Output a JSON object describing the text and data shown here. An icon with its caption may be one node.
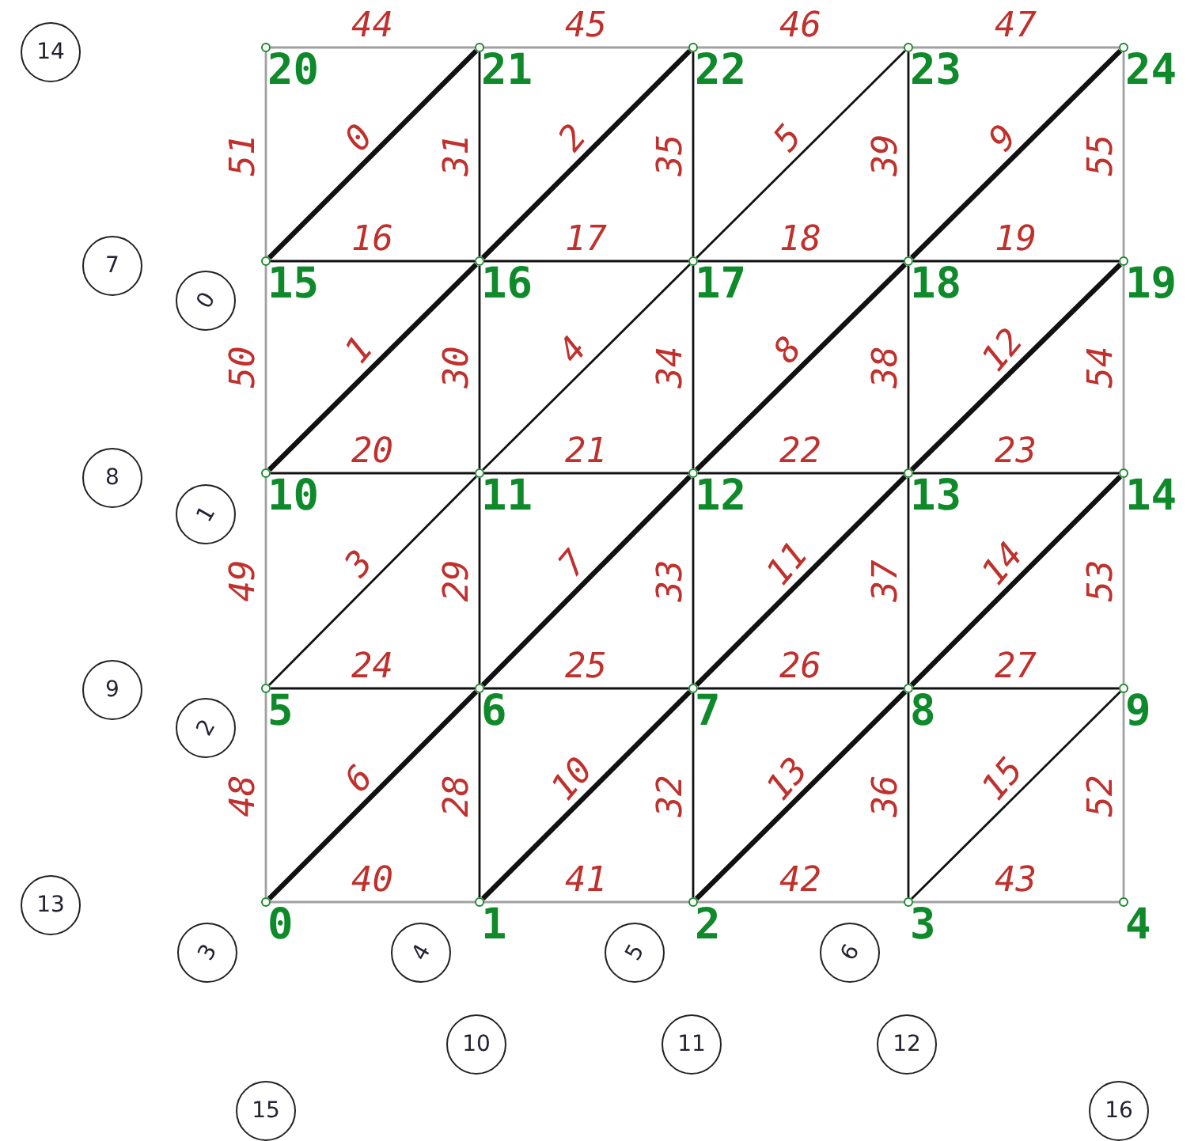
{
  "diagram": {
    "nodes": [
      {
        "text": [
          "0"
        ]
      },
      {
        "text": [
          "1"
        ]
      },
      {
        "text": [
          "2"
        ]
      },
      {
        "text": [
          "3"
        ]
      },
      {
        "text": [
          "4"
        ]
      },
      {
        "text": [
          "5"
        ]
      },
      {
        "text": [
          "6"
        ]
      },
      {
        "text": [
          "7"
        ]
      },
      {
        "text": [
          "8"
        ]
      },
      {
        "text": [
          "9"
        ]
      },
      {
        "text": [
          "10"
        ]
      },
      {
        "text": [
          "11"
        ]
      },
      {
        "text": [
          "12"
        ]
      },
      {
        "text": [
          "13"
        ]
      },
      {
        "text": [
          "14"
        ]
      },
      {
        "text": [
          "15"
        ]
      },
      {
        "text": [
          "16"
        ]
      },
      {
        "text": [
          "17"
        ]
      },
      {
        "text": [
          "18"
        ]
      },
      {
        "text": [
          "19"
        ]
      },
      {
        "text": [
          "20"
        ]
      },
      {
        "text": [
          "21"
        ]
      },
      {
        "text": [
          "22"
        ]
      },
      {
        "text": [
          "23"
        ]
      },
      {
        "text": [
          "24"
        ]
      },
      {
        "text": [
          "0"
        ]
      },
      {
        "text": [
          "1"
        ]
      },
      {
        "text": [
          "2"
        ]
      },
      {
        "text": [
          "3"
        ]
      },
      {
        "text": [
          "4"
        ]
      },
      {
        "text": [
          "5"
        ]
      },
      {
        "text": [
          "6"
        ]
      },
      {
        "text": [
          "7"
        ]
      },
      {
        "text": [
          "8"
        ]
      },
      {
        "text": [
          "9"
        ]
      },
      {
        "text": [
          "10"
        ]
      },
      {
        "text": [
          "11"
        ]
      },
      {
        "text": [
          "12"
        ]
      },
      {
        "text": [
          "13"
        ]
      },
      {
        "text": [
          "14"
        ]
      },
      {
        "text": [
          "15"
        ]
      },
      {
        "text": [
          "16"
        ]
      }
    ],
    "edges": [
      {
        "from": 15,
        "to": 21,
        "arrow": "none",
        "label": "0",
        "style": "thick"
      },
      {
        "from": 10,
        "to": 16,
        "arrow": "none",
        "label": "1",
        "style": "thick"
      },
      {
        "from": 16,
        "to": 22,
        "arrow": "none",
        "label": "2",
        "style": "thick"
      },
      {
        "from": 5,
        "to": 11,
        "arrow": "none",
        "label": "3"
      },
      {
        "from": 11,
        "to": 17,
        "arrow": "none",
        "label": "4"
      },
      {
        "from": 17,
        "to": 23,
        "arrow": "none",
        "label": "5"
      },
      {
        "from": 0,
        "to": 6,
        "arrow": "none",
        "label": "6",
        "style": "thick"
      },
      {
        "from": 6,
        "to": 12,
        "arrow": "none",
        "label": "7",
        "style": "thick"
      },
      {
        "from": 12,
        "to": 18,
        "arrow": "none",
        "label": "8",
        "style": "thick"
      },
      {
        "from": 18,
        "to": 24,
        "arrow": "none",
        "label": "9",
        "style": "thick"
      },
      {
        "from": 1,
        "to": 7,
        "arrow": "none",
        "label": "10",
        "style": "thick"
      },
      {
        "from": 7,
        "to": 13,
        "arrow": "none",
        "label": "11",
        "style": "thick"
      },
      {
        "from": 13,
        "to": 19,
        "arrow": "none",
        "label": "12",
        "style": "thick"
      },
      {
        "from": 2,
        "to": 8,
        "arrow": "none",
        "label": "13",
        "style": "thick"
      },
      {
        "from": 8,
        "to": 14,
        "arrow": "none",
        "label": "14",
        "style": "thick"
      },
      {
        "from": 3,
        "to": 9,
        "arrow": "none",
        "label": "15"
      },
      {
        "from": 15,
        "to": 16,
        "arrow": "none",
        "label": "16"
      },
      {
        "from": 16,
        "to": 17,
        "arrow": "none",
        "label": "17"
      },
      {
        "from": 17,
        "to": 18,
        "arrow": "none",
        "label": "18"
      },
      {
        "from": 18,
        "to": 19,
        "arrow": "none",
        "label": "19"
      },
      {
        "from": 10,
        "to": 11,
        "arrow": "none",
        "label": "20"
      },
      {
        "from": 11,
        "to": 12,
        "arrow": "none",
        "label": "21"
      },
      {
        "from": 12,
        "to": 13,
        "arrow": "none",
        "label": "22"
      },
      {
        "from": 13,
        "to": 14,
        "arrow": "none",
        "label": "23"
      },
      {
        "from": 5,
        "to": 6,
        "arrow": "none",
        "label": "24"
      },
      {
        "from": 6,
        "to": 7,
        "arrow": "none",
        "label": "25"
      },
      {
        "from": 7,
        "to": 8,
        "arrow": "none",
        "label": "26"
      },
      {
        "from": 8,
        "to": 9,
        "arrow": "none",
        "label": "27"
      },
      {
        "from": 1,
        "to": 6,
        "arrow": "none",
        "label": "28"
      },
      {
        "from": 6,
        "to": 11,
        "arrow": "none",
        "label": "29"
      },
      {
        "from": 11,
        "to": 16,
        "arrow": "none",
        "label": "30"
      },
      {
        "from": 16,
        "to": 21,
        "arrow": "none",
        "label": "31"
      },
      {
        "from": 2,
        "to": 7,
        "arrow": "none",
        "label": "32"
      },
      {
        "from": 7,
        "to": 12,
        "arrow": "none",
        "label": "33"
      },
      {
        "from": 12,
        "to": 17,
        "arrow": "none",
        "label": "34"
      },
      {
        "from": 17,
        "to": 22,
        "arrow": "none",
        "label": "35"
      },
      {
        "from": 3,
        "to": 8,
        "arrow": "none",
        "label": "36"
      },
      {
        "from": 8,
        "to": 13,
        "arrow": "none",
        "label": "37"
      },
      {
        "from": 13,
        "to": 18,
        "arrow": "none",
        "label": "38"
      },
      {
        "from": 18,
        "to": 23,
        "arrow": "none",
        "label": "39"
      },
      {
        "from": 0,
        "to": 1,
        "arrow": "none",
        "label": "40",
        "color": "#a0a0a0"
      },
      {
        "from": 1,
        "to": 2,
        "arrow": "none",
        "label": "41",
        "color": "#a0a0a0"
      },
      {
        "from": 2,
        "to": 3,
        "arrow": "none",
        "label": "42",
        "color": "#a0a0a0"
      },
      {
        "from": 3,
        "to": 4,
        "arrow": "none",
        "label": "43",
        "color": "#a0a0a0"
      },
      {
        "from": 20,
        "to": 21,
        "arrow": "none",
        "label": "44",
        "color": "#a0a0a0"
      },
      {
        "from": 21,
        "to": 22,
        "arrow": "none",
        "label": "45",
        "color": "#a0a0a0"
      },
      {
        "from": 22,
        "to": 23,
        "arrow": "none",
        "label": "46",
        "color": "#a0a0a0"
      },
      {
        "from": 23,
        "to": 24,
        "arrow": "none",
        "label": "47",
        "color": "#a0a0a0"
      },
      {
        "from": 0,
        "to": 5,
        "arrow": "none",
        "label": "48",
        "color": "#a0a0a0"
      },
      {
        "from": 5,
        "to": 10,
        "arrow": "none",
        "label": "49",
        "color": "#a0a0a0"
      },
      {
        "from": 10,
        "to": 15,
        "arrow": "none",
        "label": "50",
        "color": "#a0a0a0"
      },
      {
        "from": 15,
        "to": 20,
        "arrow": "none",
        "label": "51",
        "color": "#a0a0a0"
      },
      {
        "from": 4,
        "to": 9,
        "arrow": "none",
        "label": "52",
        "color": "#a0a0a0"
      },
      {
        "from": 9,
        "to": 14,
        "arrow": "none",
        "label": "53",
        "color": "#a0a0a0"
      },
      {
        "from": 14,
        "to": 19,
        "arrow": "none",
        "label": "54",
        "color": "#a0a0a0"
      },
      {
        "from": 19,
        "to": 24,
        "arrow": "none",
        "label": "55",
        "color": "#a0a0a0"
      }
    ]
  }
}
